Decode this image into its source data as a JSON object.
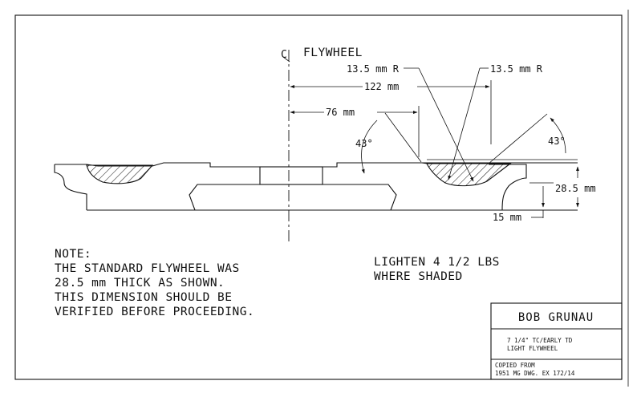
{
  "title_block": {
    "name": "BOB GRUNAU",
    "description_line1": "7 1/4\" TC/EARLY TD",
    "description_line2": "LIGHT FLYWHEEL",
    "source_line1": "COPIED FROM",
    "source_line2": "1951 MG DWG. EX 172/14"
  },
  "centerline": {
    "symbol": "CL",
    "label": "FLYWHEEL"
  },
  "dimensions": {
    "radius_left": "13.5 mm R",
    "radius_right": "13.5 mm R",
    "span_122": "122 mm",
    "span_76": "76 mm",
    "angle_left": "43°",
    "angle_right": "43°",
    "thickness": "28.5 mm",
    "rim": "15 mm"
  },
  "notes": {
    "heading": "NOTE:",
    "line1": "THE STANDARD FLYWHEEL WAS",
    "line2": "28.5 mm THICK AS SHOWN.",
    "line3": "THIS DIMENSION SHOULD BE",
    "line4": "VERIFIED BEFORE PROCEEDING."
  },
  "lighten": {
    "line1": "LIGHTEN 4 1/2 LBS",
    "line2": "WHERE SHADED"
  }
}
